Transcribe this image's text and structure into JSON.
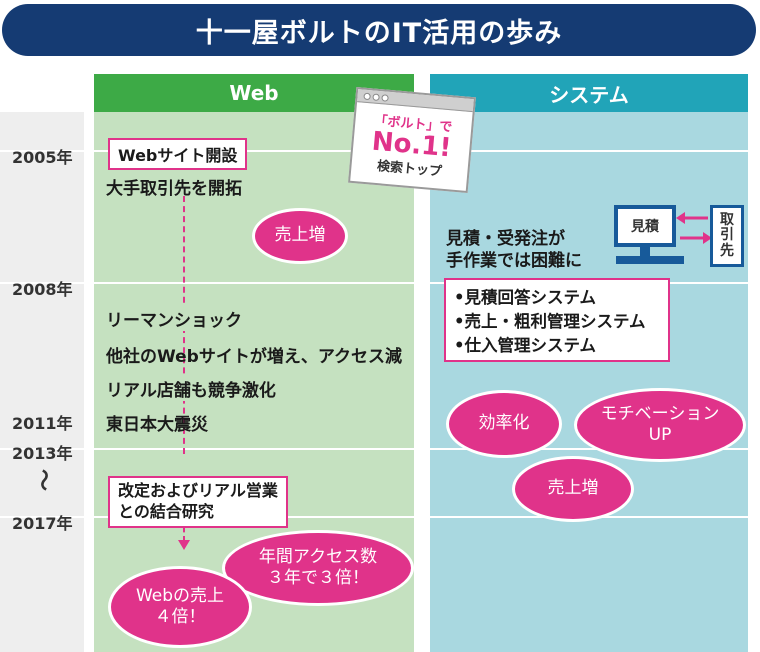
{
  "title": "十一屋ボルトのIT活用の歩み",
  "columns": {
    "web": "Web",
    "system": "システム"
  },
  "years": [
    "2005年",
    "2008年",
    "2011年",
    "2013年",
    "〜",
    "2017年"
  ],
  "web": {
    "site_open": "Webサイト開設",
    "expand": "大手取引先を開拓",
    "sales_up": "売上増",
    "events": [
      "リーマンショック",
      "他社のWebサイトが増え、アクセス減",
      "リアル店舗も競争激化",
      "東日本大震災"
    ],
    "research": [
      "改定およびリアル営業",
      "との結合研究"
    ],
    "access_triple": [
      "年間アクセス数",
      "３年で３倍！"
    ],
    "sales_quad": [
      "Webの売上",
      "４倍！"
    ]
  },
  "search_badge": {
    "line1": "「ボルト」で",
    "line2": "No.1!",
    "line3": "検索トップ"
  },
  "system": {
    "problem": [
      "見積・受発注が",
      "手作業では困難に"
    ],
    "monitor_label": "見積",
    "partner_label": [
      "取",
      "引",
      "先"
    ],
    "systems": [
      "•見積回答システム",
      "•売上・粗利管理システム",
      "•仕入管理システム"
    ],
    "efficiency": "効率化",
    "motivation": [
      "モチベーション",
      "UP"
    ],
    "sales_up": "売上増"
  },
  "colors": {
    "banner": "#153b73",
    "web_header": "#3daa46",
    "system_header": "#21a4b8",
    "accent": "#e0338a",
    "web_bg": "#c5e1c0",
    "system_bg": "#a9d8e0"
  }
}
